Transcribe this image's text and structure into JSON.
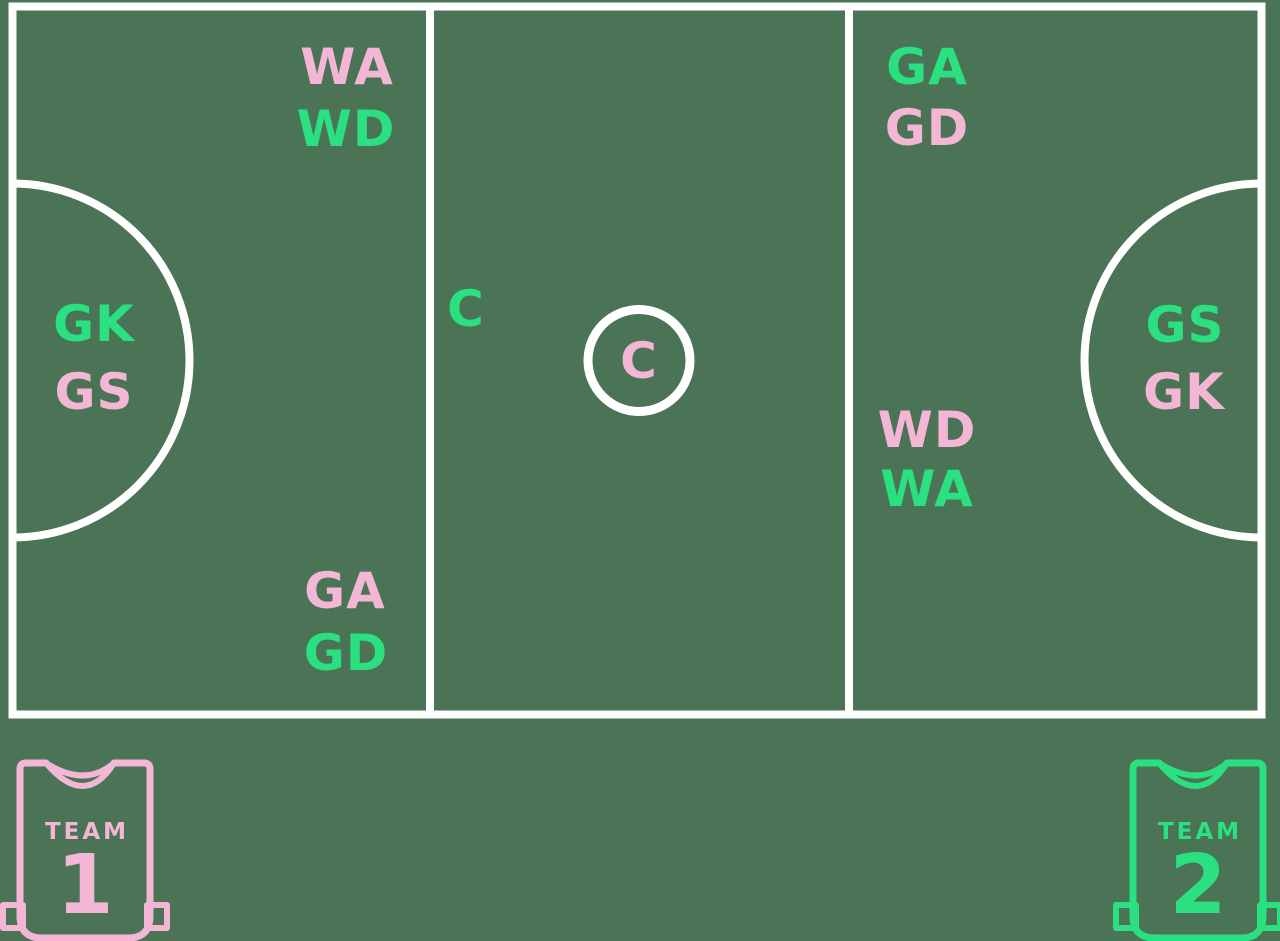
{
  "colors": {
    "background": "#4B7355",
    "line": "#FFFFFF",
    "team1": "#F3B7D5",
    "team2": "#2BE081"
  },
  "team1": {
    "label": "TEAM",
    "number": "1",
    "positions": {
      "gk": "GK",
      "gs": "GS",
      "ga": "GA",
      "gd": "GD",
      "wa": "WA",
      "wd": "WD",
      "c": "C"
    }
  },
  "team2": {
    "label": "TEAM",
    "number": "2",
    "positions": {
      "gk": "GK",
      "gs": "GS",
      "ga": "GA",
      "gd": "GD",
      "wa": "WA",
      "wd": "WD",
      "c": "C"
    }
  }
}
